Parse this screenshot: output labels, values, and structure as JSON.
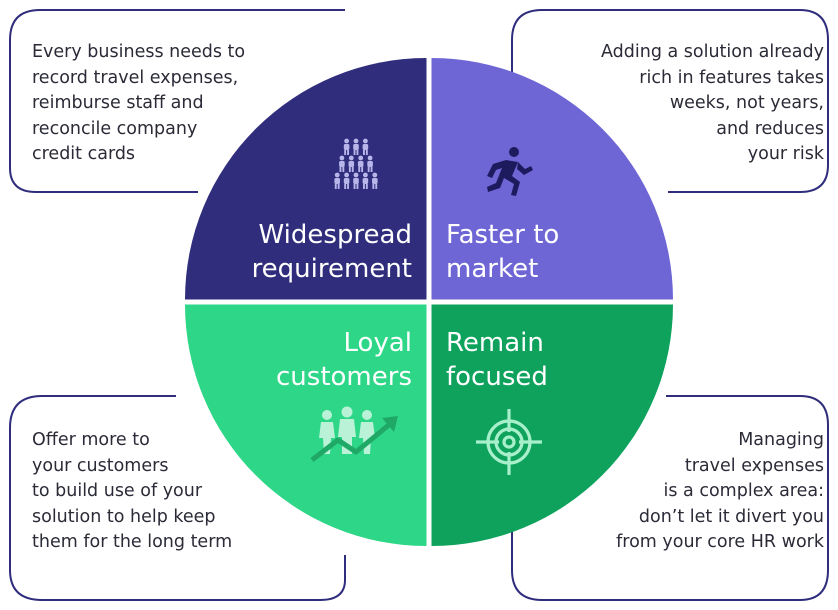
{
  "colors": {
    "widespread": "#2f2d7c",
    "faster": "#6f66d6",
    "loyal": "#2ed787",
    "focused": "#0ea25c",
    "outline": "#2f2d7c",
    "icon_light": "#b8b5ea",
    "icon_green": "#b9f2d6"
  },
  "quadrants": {
    "widespread": {
      "title_line1": "Widespread",
      "title_line2": "requirement",
      "icon": "people-pyramid-icon",
      "note": [
        "Every business needs to",
        "record travel expenses,",
        "reimburse staff and",
        "reconcile company",
        "credit cards"
      ]
    },
    "faster": {
      "title_line1": "Faster to",
      "title_line2": "market",
      "icon": "running-person-icon",
      "note": [
        "Adding a solution already",
        "rich in features takes",
        "weeks, not years,",
        "and reduces",
        "your risk"
      ]
    },
    "loyal": {
      "title_line1": "Loyal",
      "title_line2": "customers",
      "icon": "growth-people-icon",
      "note": [
        "Offer more to",
        "your customers",
        "to build use of your",
        "solution to help keep",
        "them for the long term"
      ]
    },
    "focused": {
      "title_line1": "Remain",
      "title_line2": "focused",
      "icon": "target-icon",
      "note": [
        "Managing",
        "travel expenses",
        "is a complex area:",
        "don’t let it divert you",
        "from your core HR work"
      ]
    }
  }
}
